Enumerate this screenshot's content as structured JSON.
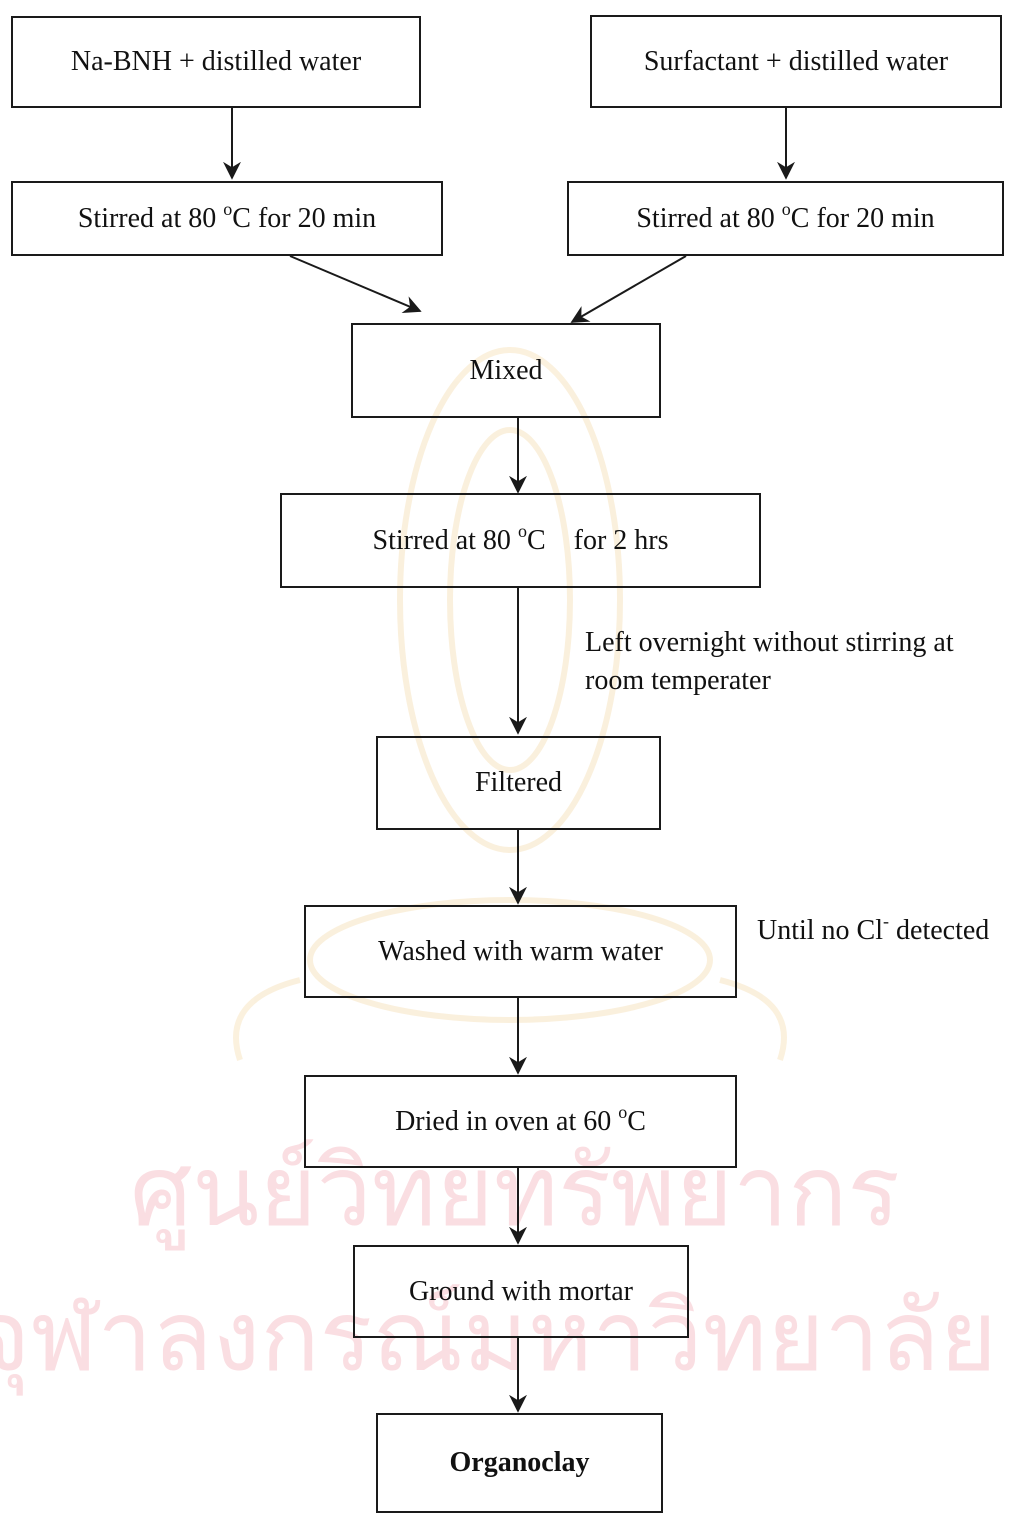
{
  "nodes": {
    "left_start": "Na-BNH + distilled water",
    "right_start": "Surfactant + distilled water",
    "left_stir": {
      "pre": "Stirred at 80 ",
      "deg": "o",
      "post": "C for 20 min"
    },
    "right_stir": {
      "pre": "Stirred at 80 ",
      "deg": "o",
      "post": "C for 20 min"
    },
    "mixed": "Mixed",
    "stir2": {
      "pre": "Stirred at 80 ",
      "deg": "o",
      "post": "C    for 2 hrs"
    },
    "filtered": "Filtered",
    "washed": "Washed with warm water",
    "dried": {
      "pre": "Dried in oven at 60 ",
      "deg": "o",
      "post": "C"
    },
    "ground": "Ground with mortar",
    "final": "Organoclay"
  },
  "notes": {
    "overnight_line1": "Left overnight without stirring at",
    "overnight_line2": "room temperater",
    "until": {
      "pre": "Until no Cl",
      "sup": "-",
      "post": " detected"
    }
  },
  "watermark": {
    "text_line1": "ศูนย์วิทยทรัพยากร",
    "text_line2": "จุฬาลงกรณ์มหาวิทยาลัย",
    "color": "#f5b7c0"
  }
}
